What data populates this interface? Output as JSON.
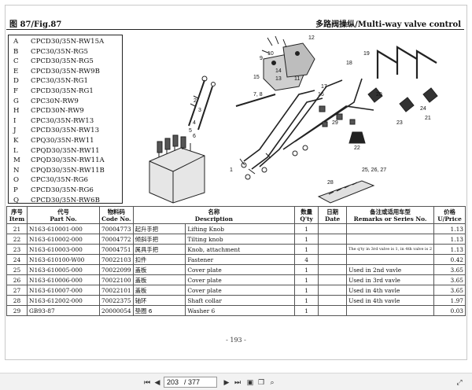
{
  "header": {
    "left": "图 87/Fig.87",
    "right": "多路阀操纵/Multi-way valve control"
  },
  "variants": [
    {
      "key": "A",
      "model": "CPCD30/35N-RW15A"
    },
    {
      "key": "B",
      "model": "CPC30/35N-RG5"
    },
    {
      "key": "C",
      "model": "CPCD30/35N-RG5"
    },
    {
      "key": "E",
      "model": "CPCD30/35N-RW9B"
    },
    {
      "key": "D",
      "model": "CPC30/35N-RG1"
    },
    {
      "key": "F",
      "model": "CPCD30/35N-RG1"
    },
    {
      "key": "G",
      "model": "CPC30N-RW9"
    },
    {
      "key": "H",
      "model": "CPCD30N-RW9"
    },
    {
      "key": "I",
      "model": "CPC30/35N-RW13"
    },
    {
      "key": "J",
      "model": "CPCD30/35N-RW13"
    },
    {
      "key": "K",
      "model": "CPQ30/35N-RW11"
    },
    {
      "key": "L",
      "model": "CPQD30/35N-RW11"
    },
    {
      "key": "M",
      "model": "CPQD30/35N-RW11A"
    },
    {
      "key": "N",
      "model": "CPQD30/35N-RW11B"
    },
    {
      "key": "O",
      "model": "CPC30/35N-RG6"
    },
    {
      "key": "P",
      "model": "CPCD30/35N-RG6"
    },
    {
      "key": "Q",
      "model": "CPCD30/35N-RW6B"
    }
  ],
  "callouts": [
    "1",
    "2",
    "3",
    "4",
    "5",
    "6",
    "7, 8",
    "9",
    "10",
    "11",
    "12",
    "13",
    "14",
    "15",
    "16",
    "17",
    "18",
    "19",
    "20",
    "21",
    "22",
    "23",
    "24",
    "25, 26, 27",
    "28",
    "29"
  ],
  "table": {
    "headers": {
      "item_cn": "序号",
      "item_en": "Item",
      "part_cn": "代号",
      "part_en": "Part No.",
      "code_cn": "物料码",
      "code_en": "Code No.",
      "desc_cn": "名称",
      "desc_en": "Description",
      "qty_cn": "数量",
      "qty_en": "Q'ty",
      "date_cn": "日期",
      "date_en": "Date",
      "remarks_cn": "备注或适用车型",
      "remarks_en": "Remarks or Series No.",
      "price_cn": "价格",
      "price_en": "U/Price"
    },
    "rows": [
      {
        "item": "21",
        "part": "N163-610001-000",
        "code": "70004773",
        "cn": "起升手把",
        "en": "Lifting Knob",
        "qty": "1",
        "remarks": "",
        "price": "1.13"
      },
      {
        "item": "22",
        "part": "N163-610002-000",
        "code": "70004772",
        "cn": "倾斜手把",
        "en": "Tilting knob",
        "qty": "1",
        "remarks": "",
        "price": "1.13"
      },
      {
        "item": "23",
        "part": "N163-610003-000",
        "code": "70004751",
        "cn": "属具手把",
        "en": "Knob, attachment",
        "qty": "1",
        "remarks": "The q'ty in 3rd valve is 1, in 4th valve is 2",
        "price": "1.13"
      },
      {
        "item": "24",
        "part": "N163-610100-W00",
        "code": "70022103",
        "cn": "扣件",
        "en": "Fastener",
        "qty": "4",
        "remarks": "",
        "price": "0.42"
      },
      {
        "item": "25",
        "part": "N163-610005-000",
        "code": "70022099",
        "cn": "盖板",
        "en": "Cover plate",
        "qty": "1",
        "remarks": "Used in 2nd vavle",
        "price": "3.65"
      },
      {
        "item": "26",
        "part": "N163-610006-000",
        "code": "70022100",
        "cn": "盖板",
        "en": "Cover plate",
        "qty": "1",
        "remarks": "Used in 3rd vavle",
        "price": "3.65"
      },
      {
        "item": "27",
        "part": "N163-610007-000",
        "code": "70022101",
        "cn": "盖板",
        "en": "Cover plate",
        "qty": "1",
        "remarks": "Used in 4th vavle",
        "price": "3.65"
      },
      {
        "item": "28",
        "part": "N163-612002-000",
        "code": "70022375",
        "cn": "轴环",
        "en": "Shaft collar",
        "qty": "1",
        "remarks": "Used in 4th vavle",
        "price": "1.97"
      },
      {
        "item": "29",
        "part": "GB93-87",
        "code": "20000054",
        "cn": "垫圈 6",
        "en": "Washer 6",
        "qty": "1",
        "remarks": "",
        "price": "0.03"
      }
    ]
  },
  "page_footer": "- 193 -",
  "toolbar": {
    "current_page": "203",
    "total_pages": "/ 377"
  }
}
